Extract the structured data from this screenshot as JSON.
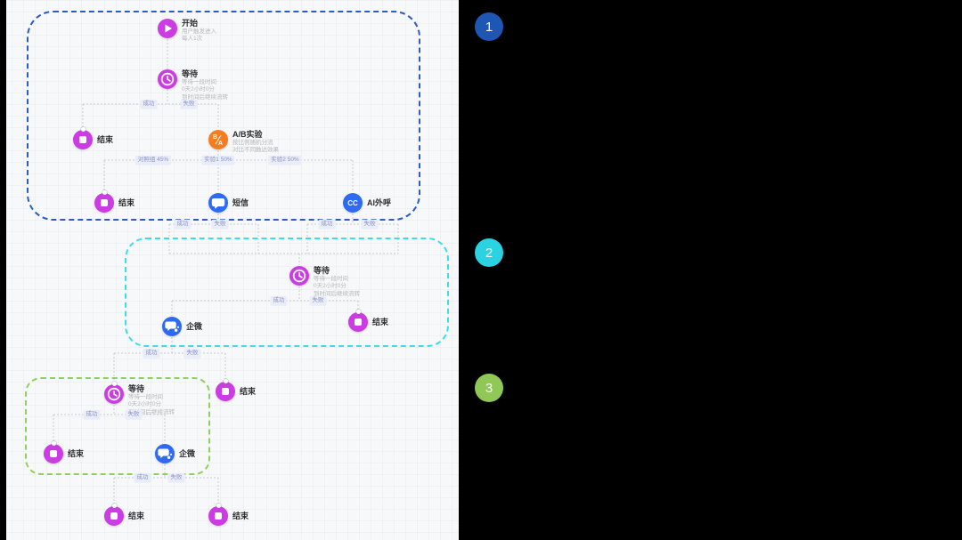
{
  "canvas": {
    "background": "#f7f8f9"
  },
  "groups": [
    {
      "name": "phase-1",
      "color": "#2b5cc4",
      "style": "dashed"
    },
    {
      "name": "phase-2",
      "color": "#3cdde9",
      "style": "dashed"
    },
    {
      "name": "phase-3",
      "color": "#8ed05b",
      "style": "dashed"
    }
  ],
  "markers": [
    {
      "label": "1",
      "color": "#1e56b4"
    },
    {
      "label": "2",
      "color": "#2ad2e2"
    },
    {
      "label": "3",
      "color": "#90c857"
    }
  ],
  "nodes": {
    "start": {
      "label": "开始",
      "sub": [
        "用户触发进入",
        "每人1次"
      ],
      "color": "#cb3ce2",
      "icon": "play-icon"
    },
    "wait1": {
      "label": "等待",
      "sub": [
        "等待一段时间",
        "0天2小时0分",
        "到时间后继续流转"
      ],
      "color": "#cb3ce2",
      "icon": "clock-icon"
    },
    "end1": {
      "label": "结束",
      "color": "#cb3ce2",
      "icon": "stop-square-icon"
    },
    "abtest": {
      "label": "A/B实验",
      "sub": [
        "按比例随机分流",
        "对比不同触达效果"
      ],
      "color": "#f57d1f",
      "icon": "ab-split-icon"
    },
    "end2": {
      "label": "结束",
      "color": "#cb3ce2",
      "icon": "stop-square-icon"
    },
    "sms": {
      "label": "短信",
      "color": "#2e6bf2",
      "icon": "chat-bubble-icon"
    },
    "aicall": {
      "label": "AI外呼",
      "color": "#2e6bf2",
      "icon": "cc-call-icon",
      "icon_text": "CC"
    },
    "wait2": {
      "label": "等待",
      "sub": [
        "等待一段时间",
        "0天2小时0分",
        "到时间后继续流转"
      ],
      "color": "#cb3ce2",
      "icon": "clock-icon"
    },
    "qiwei1": {
      "label": "企微",
      "color": "#2e6bf2",
      "icon": "wecom-icon"
    },
    "end3": {
      "label": "结束",
      "color": "#cb3ce2",
      "icon": "stop-square-icon"
    },
    "wait3": {
      "label": "等待",
      "sub": [
        "等待一段时间",
        "0天2小时0分",
        "到时间后继续流转"
      ],
      "color": "#cb3ce2",
      "icon": "clock-icon"
    },
    "end4": {
      "label": "结束",
      "color": "#cb3ce2",
      "icon": "stop-square-icon"
    },
    "end5": {
      "label": "结束",
      "color": "#cb3ce2",
      "icon": "stop-square-icon"
    },
    "qiwei2": {
      "label": "企微",
      "color": "#2e6bf2",
      "icon": "wecom-icon"
    },
    "end6": {
      "label": "结束",
      "color": "#cb3ce2",
      "icon": "stop-square-icon"
    },
    "end7": {
      "label": "结束",
      "color": "#cb3ce2",
      "icon": "stop-square-icon"
    }
  },
  "edge_labels": [
    "成功",
    "失败",
    "对照组 45%",
    "实验1 50%",
    "实验2 50%",
    "成功",
    "失败",
    "成功",
    "失败",
    "成功",
    "失败",
    "成功",
    "失败",
    "成功",
    "失败",
    "成功",
    "失败"
  ]
}
